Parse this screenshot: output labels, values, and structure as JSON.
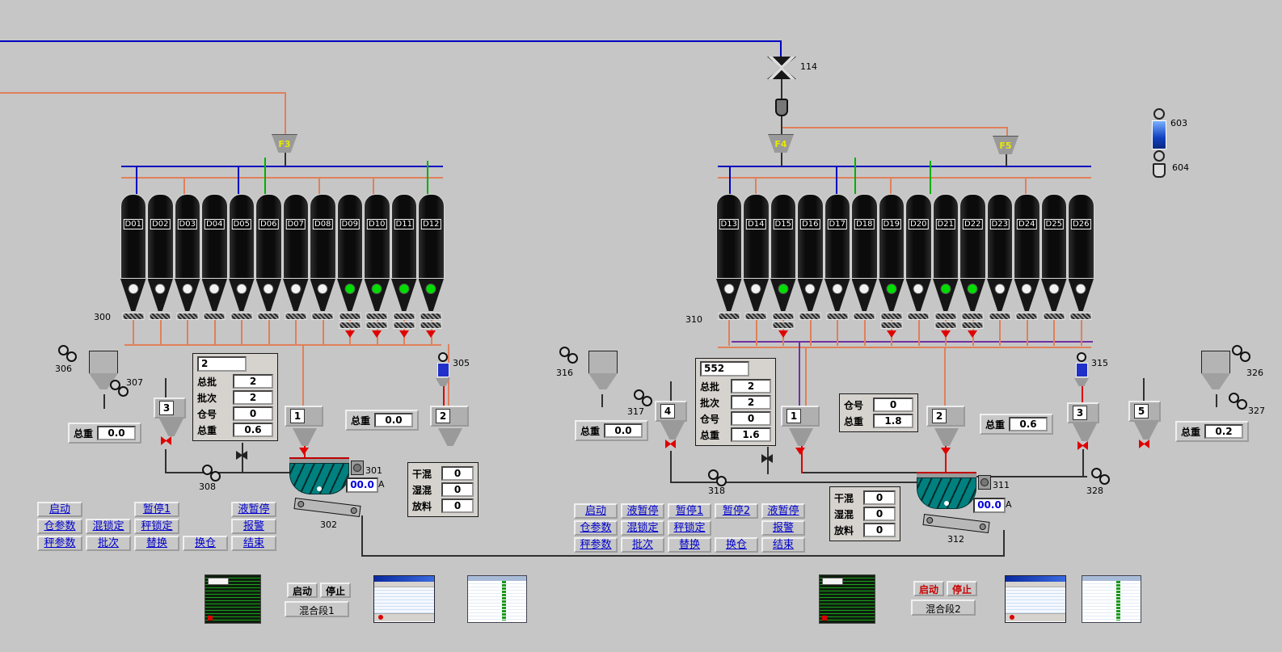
{
  "app": {
    "background": "#c6c6c6"
  },
  "colors": {
    "pipe_orange": "#e0805a",
    "pipe_blue": "#0000c0",
    "pipe_green": "#00b000",
    "pipe_purple": "#7030a0",
    "alarm_red": "#e00000",
    "mixer_teal": "#00807f",
    "button_text": "#0000cc",
    "indicator_on": "#00dd00"
  },
  "devices": {
    "top_valve": "114",
    "dist_f3": "F3",
    "dist_f4": "F4",
    "dist_f5": "F5",
    "dev603": "603",
    "dev604": "604",
    "bank_left": "300",
    "bank_right": "310",
    "pump306": "306",
    "hopper307": "307",
    "pump308": "308",
    "mixer301": "301",
    "conveyor302": "302",
    "vib305": "305",
    "mixer311": "311",
    "conveyor312": "312",
    "vib315": "315",
    "pump316": "316",
    "hopper317": "317",
    "pump318": "318",
    "pump326": "326",
    "hopper327": "327",
    "pump328": "328"
  },
  "silos": {
    "left": [
      {
        "id": "D01",
        "on": false
      },
      {
        "id": "D02",
        "on": false
      },
      {
        "id": "D03",
        "on": false
      },
      {
        "id": "D04",
        "on": false
      },
      {
        "id": "D05",
        "on": false
      },
      {
        "id": "D06",
        "on": false
      },
      {
        "id": "D07",
        "on": false
      },
      {
        "id": "D08",
        "on": false
      },
      {
        "id": "D09",
        "on": true
      },
      {
        "id": "D10",
        "on": true
      },
      {
        "id": "D11",
        "on": true
      },
      {
        "id": "D12",
        "on": true
      }
    ],
    "right": [
      {
        "id": "D13",
        "on": false
      },
      {
        "id": "D14",
        "on": false
      },
      {
        "id": "D15",
        "on": true
      },
      {
        "id": "D16",
        "on": false
      },
      {
        "id": "D17",
        "on": false
      },
      {
        "id": "D18",
        "on": false
      },
      {
        "id": "D19",
        "on": true
      },
      {
        "id": "D20",
        "on": false
      },
      {
        "id": "D21",
        "on": true
      },
      {
        "id": "D22",
        "on": true
      },
      {
        "id": "D23",
        "on": false
      },
      {
        "id": "D24",
        "on": false
      },
      {
        "id": "D25",
        "on": false
      },
      {
        "id": "D26",
        "on": false
      }
    ]
  },
  "scales": {
    "s3l": "3",
    "s1l": "1",
    "s2l": "2",
    "s4r": "4",
    "s1r": "1",
    "s2r": "2",
    "s3r": "3",
    "s5r": "5"
  },
  "panels": {
    "batch_left": {
      "header": "2",
      "rows": [
        [
          "总批",
          "2"
        ],
        [
          "批次",
          "2"
        ],
        [
          "仓号",
          "0"
        ],
        [
          "总重",
          "0.6"
        ]
      ]
    },
    "batch_right": {
      "header": "552",
      "rows": [
        [
          "总批",
          "2"
        ],
        [
          "批次",
          "2"
        ],
        [
          "仓号",
          "0"
        ],
        [
          "总重",
          "1.6"
        ]
      ]
    },
    "bin_right": {
      "rows": [
        [
          "仓号",
          "0"
        ],
        [
          "总重",
          "1.8"
        ]
      ]
    },
    "mix_left": {
      "rows": [
        [
          "干混",
          "0"
        ],
        [
          "湿混",
          "0"
        ],
        [
          "放料",
          "0"
        ]
      ]
    },
    "mix_right": {
      "rows": [
        [
          "干混",
          "0"
        ],
        [
          "湿混",
          "0"
        ],
        [
          "放料",
          "0"
        ]
      ]
    }
  },
  "weights": {
    "w306": {
      "label": "总重",
      "value": "0.0"
    },
    "w1l": {
      "label": "总重",
      "value": "0.0"
    },
    "w316": {
      "label": "总重",
      "value": "0.0"
    },
    "w2r": {
      "label": "总重",
      "value": "0.6"
    },
    "w5r": {
      "label": "总重",
      "value": "0.2"
    }
  },
  "displays": {
    "amp_left": "00.0",
    "amp_right": "00.0",
    "amp_unit": "A"
  },
  "control_left": {
    "rows": [
      [
        {
          "c": 1,
          "t": "启动"
        },
        {
          "c": 3,
          "t": "暂停1"
        },
        {
          "c": 5,
          "t": "液暂停"
        }
      ],
      [
        {
          "c": 1,
          "t": "仓参数"
        },
        {
          "c": 2,
          "t": "混锁定"
        },
        {
          "c": 3,
          "t": "秤锁定"
        },
        {
          "c": 5,
          "t": "报警"
        }
      ],
      [
        {
          "c": 1,
          "t": "秤参数"
        },
        {
          "c": 2,
          "t": "批次"
        },
        {
          "c": 3,
          "t": "替换"
        },
        {
          "c": 4,
          "t": "换仓"
        },
        {
          "c": 5,
          "t": "结束"
        }
      ]
    ]
  },
  "control_right": {
    "rows": [
      [
        {
          "c": 1,
          "t": "启动"
        },
        {
          "c": 2,
          "t": "液暂停"
        },
        {
          "c": 3,
          "t": "暂停1"
        },
        {
          "c": 4,
          "t": "暂停2"
        },
        {
          "c": 5,
          "t": "液暂停"
        }
      ],
      [
        {
          "c": 1,
          "t": "仓参数"
        },
        {
          "c": 2,
          "t": "混锁定"
        },
        {
          "c": 3,
          "t": "秤锁定"
        },
        {
          "c": 5,
          "t": "报警"
        }
      ],
      [
        {
          "c": 1,
          "t": "秤参数"
        },
        {
          "c": 2,
          "t": "批次"
        },
        {
          "c": 3,
          "t": "替换"
        },
        {
          "c": 4,
          "t": "换仓"
        },
        {
          "c": 5,
          "t": "结束"
        }
      ]
    ]
  },
  "bottom": {
    "start1": "启动",
    "stop1": "停止",
    "seg1": "混合段1",
    "start2": "启动",
    "stop2": "停止",
    "seg2": "混合段2"
  }
}
